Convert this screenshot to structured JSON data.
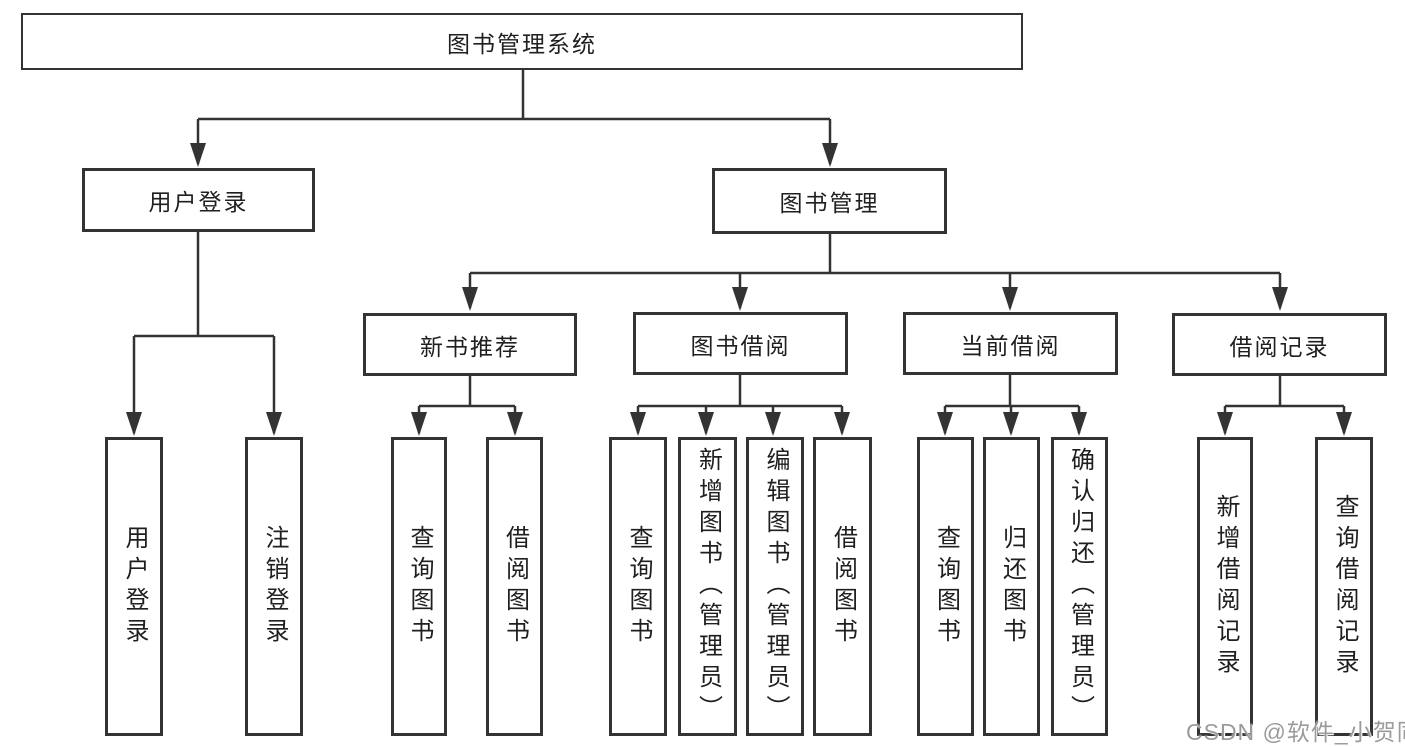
{
  "tree": {
    "root": {
      "label": "图书管理系统",
      "children": [
        {
          "label": "用户登录",
          "children": [
            {
              "label": "用户登录"
            },
            {
              "label": "注销登录"
            }
          ]
        },
        {
          "label": "图书管理",
          "children": [
            {
              "label": "新书推荐",
              "children": [
                {
                  "label": "查询图书"
                },
                {
                  "label": "借阅图书"
                }
              ]
            },
            {
              "label": "图书借阅",
              "children": [
                {
                  "label": "查询图书"
                },
                {
                  "label": "新增图书（管理员）"
                },
                {
                  "label": "编辑图书（管理员）"
                },
                {
                  "label": "借阅图书"
                }
              ]
            },
            {
              "label": "当前借阅",
              "children": [
                {
                  "label": "查询图书"
                },
                {
                  "label": "归还图书"
                },
                {
                  "label": "确认归还（管理员）"
                }
              ]
            },
            {
              "label": "借阅记录",
              "children": [
                {
                  "label": "新增借阅记录"
                },
                {
                  "label": "查询借阅记录"
                }
              ]
            }
          ]
        }
      ]
    }
  },
  "watermark": {
    "text": "CSDN @软件_小贺同学"
  },
  "colors": {
    "line": "#333333",
    "box_border": "#333333",
    "text": "#1f1f1f",
    "background": "#ffffff",
    "watermark": "#9b9b9b"
  }
}
